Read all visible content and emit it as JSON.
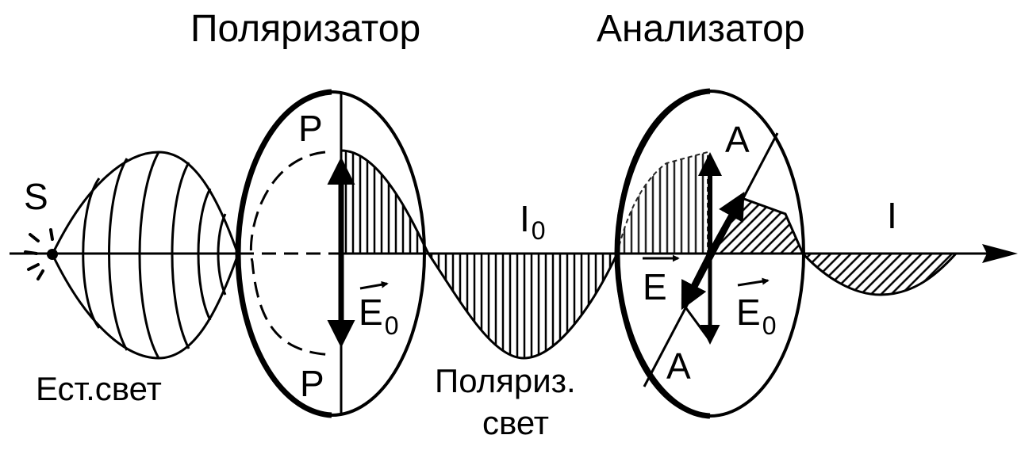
{
  "titles": {
    "polarizer": "Поляризатор",
    "analyzer": "Анализатор"
  },
  "labels": {
    "source": "S",
    "natural_light": "Ест.свет",
    "polarized_line1": "Поляриз.",
    "polarized_line2": "свет",
    "polarizer_axis_top": "P",
    "polarizer_axis_bottom": "P",
    "analyzer_axis_top": "A",
    "analyzer_axis_bottom": "A",
    "intensity_in": "I",
    "intensity_in_sub": "0",
    "intensity_out": "I",
    "vector_e0_polarizer": "E",
    "vector_e0_polarizer_sub": "0",
    "vector_e_analyzer": "E",
    "vector_e0_analyzer": "E",
    "vector_e0_analyzer_sub": "0"
  },
  "colors": {
    "ink": "#000000",
    "paper": "#ffffff"
  }
}
